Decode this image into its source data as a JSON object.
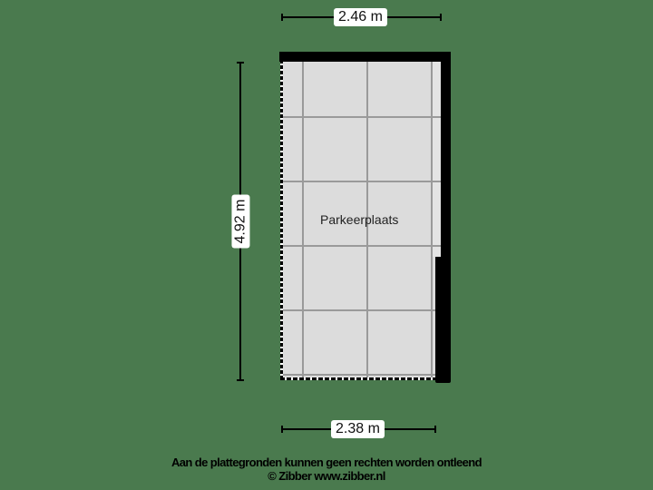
{
  "plan": {
    "room_label": "Parkeerplaats",
    "dimensions": {
      "top_width": "2.46 m",
      "bottom_width": "2.38 m",
      "left_height": "4.92 m"
    }
  },
  "footer": {
    "disclaimer": "Aan de plattegronden kunnen geen rechten worden ontleend",
    "copyright": "© Zibber www.zibber.nl"
  },
  "colors": {
    "background": "#4a7a4e",
    "floor": "#dcdcdc",
    "wall": "#000000",
    "grid": "#9a9a9a"
  }
}
